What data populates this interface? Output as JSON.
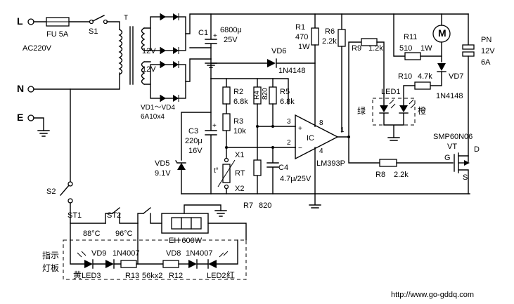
{
  "mains": {
    "L": "L",
    "N": "N",
    "E": "E",
    "ac": "AC220V"
  },
  "fuse": {
    "label": "FU  5A"
  },
  "switch1": {
    "label": "S1"
  },
  "switch2": {
    "label": "S2"
  },
  "transformer": {
    "label": "T",
    "sec1": "12V",
    "sec2": "12V"
  },
  "rectifier": {
    "label1": "VD1～VD4",
    "label2": "6A10x4"
  },
  "c1": {
    "name": "C1",
    "value": "6800μ",
    "volt": "25V"
  },
  "r1": {
    "name": "R1",
    "value": "470",
    "power": "1W"
  },
  "r6": {
    "name": "R6",
    "value": "2.2k"
  },
  "vd6": {
    "name": "VD6",
    "part": "1N4148"
  },
  "r2": {
    "name": "R2",
    "value": "6.8k"
  },
  "r3": {
    "name": "R3",
    "value": "10k"
  },
  "r4": {
    "name": "R4",
    "value": "820"
  },
  "r5": {
    "name": "R5",
    "value": "6.8k"
  },
  "c3": {
    "name": "C3",
    "value": "220μ",
    "volt": "16V"
  },
  "vd5": {
    "name": "VD5",
    "value": "9.1V"
  },
  "rt": {
    "name": "RT",
    "x1": "X1",
    "x2": "X2",
    "t": "t°"
  },
  "c4": {
    "name": "C4",
    "value": "4.7μ/25V"
  },
  "r7": {
    "name": "R7",
    "value": "820"
  },
  "ic": {
    "name": "IC",
    "part": "LM393P",
    "pin3": "3",
    "pin2": "2",
    "pin1": "1",
    "pin8": "8",
    "pin4": "4"
  },
  "r9": {
    "name": "R9",
    "value": "1.2k"
  },
  "r11": {
    "name": "R11",
    "value": "510",
    "power": "1W"
  },
  "r10": {
    "name": "R10",
    "value": "4.7k"
  },
  "motor": {
    "label": "M"
  },
  "vd7": {
    "name": "VD7",
    "part": "1N4148"
  },
  "pn": {
    "name": "PN",
    "volt": "12V",
    "amp": "6A"
  },
  "led1": {
    "name": "LED1",
    "green": "绿",
    "orange": "橙"
  },
  "vt": {
    "part": "SMP60N06",
    "name": "VT",
    "g": "G",
    "d": "D",
    "s": "S"
  },
  "r8": {
    "name": "R8",
    "value": "2.2k"
  },
  "heater": {
    "st1": "ST1",
    "st2": "ST2",
    "t1": "88°C",
    "t2": "96°C",
    "eh": "EH  600W"
  },
  "panel": {
    "title1": "指示",
    "title2": "灯板",
    "vd9": "VD9",
    "vd9p": "1N4007",
    "vd8": "VD8",
    "vd8p": "1N4007",
    "r13": "R13",
    "r13v": "56kx2",
    "r12": "R12",
    "led3": "LED3",
    "yellow": "黄",
    "led2": "LED2",
    "red": "红"
  },
  "website": "http://www.go-gddq.com"
}
